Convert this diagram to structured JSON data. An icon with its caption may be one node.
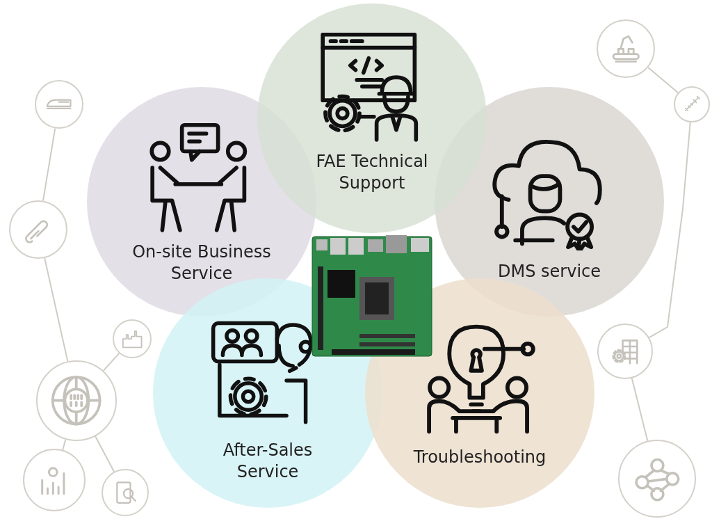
{
  "diagram": {
    "nodes": [
      {
        "text": [
          "FAE Technical Support"
        ]
      },
      {
        "text": [
          "On-site Business Service"
        ]
      },
      {
        "text": [
          "DMS service"
        ]
      },
      {
        "text": [
          "After-Sales Service"
        ]
      },
      {
        "text": [
          "Troubleshooting"
        ]
      },
      {
        "text": [],
        "shape": "circle"
      },
      {
        "text": [],
        "shape": "circle"
      },
      {
        "text": [],
        "shape": "circle"
      },
      {
        "text": [],
        "shape": "circle"
      },
      {
        "text": [],
        "shape": "circle"
      },
      {
        "text": [],
        "shape": "circle"
      },
      {
        "text": [],
        "shape": "circle"
      },
      {
        "text": [],
        "shape": "circle"
      },
      {
        "text": [],
        "shape": "circle"
      },
      {
        "text": [],
        "shape": "circle"
      }
    ],
    "edges": [
      {
        "from": 5,
        "to": 6,
        "arrow": "none"
      },
      {
        "from": 6,
        "to": 8,
        "arrow": "none"
      },
      {
        "from": 7,
        "to": 8,
        "arrow": "none"
      },
      {
        "from": 8,
        "to": 9,
        "arrow": "none"
      },
      {
        "from": 8,
        "to": 10,
        "arrow": "none"
      },
      {
        "from": 11,
        "to": 12,
        "arrow": "none"
      },
      {
        "from": 12,
        "to": 13,
        "arrow": "none"
      },
      {
        "from": 13,
        "to": 14,
        "arrow": "none"
      }
    ]
  }
}
